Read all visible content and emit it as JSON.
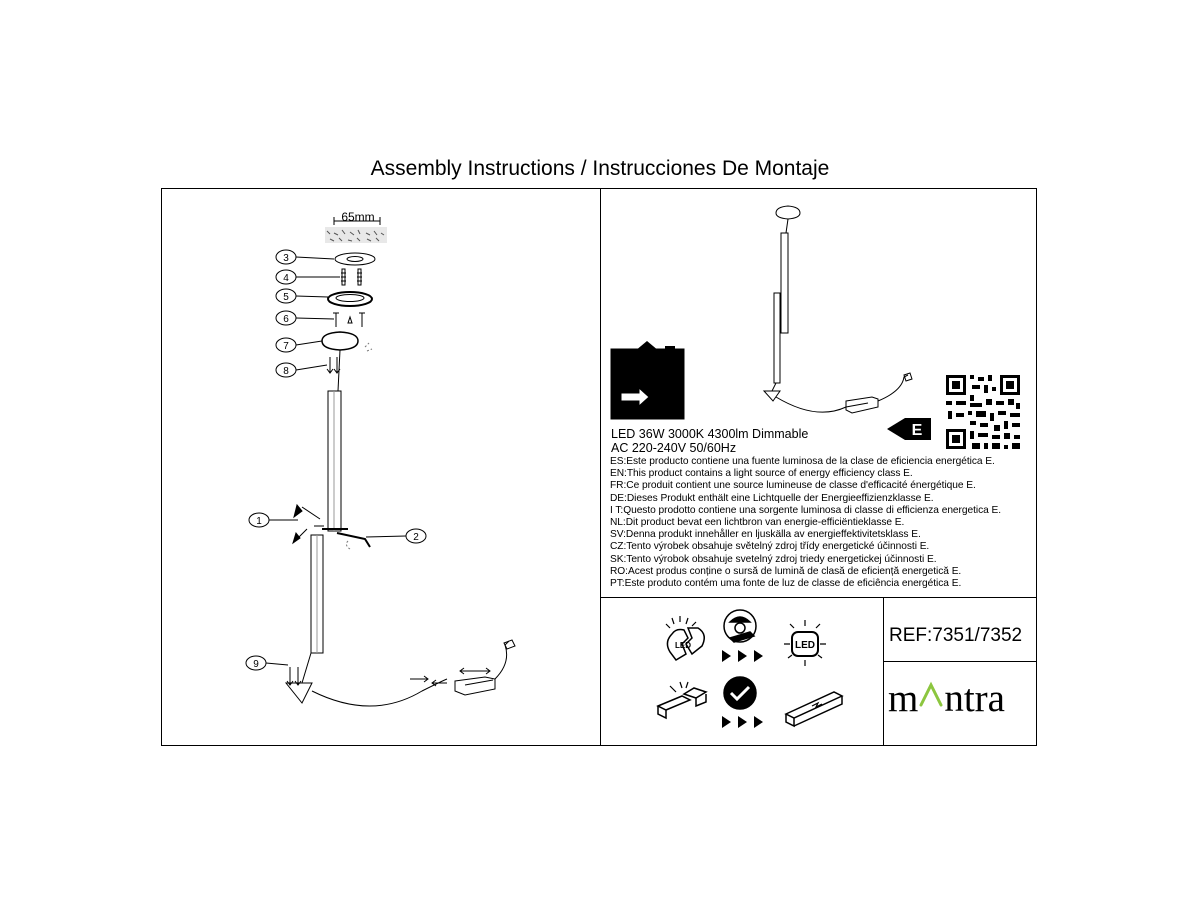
{
  "title": "Assembly Instructions / Instrucciones De Montaje",
  "diagram": {
    "dimension": "65mm",
    "callouts": [
      "1",
      "2",
      "3",
      "4",
      "5",
      "6",
      "7",
      "8",
      "9"
    ]
  },
  "product": {
    "spec_line1": "LED 36W  3000K 4300lm   Dimmable",
    "spec_line2": "AC 220-240V  50/60Hz",
    "energy_class": "E"
  },
  "energy_statements": [
    "ES:Este producto contiene una fuente luminosa de la clase de eficiencia energética E.",
    "EN:This product contains a light source of energy efficiency class E.",
    "FR:Ce produit contient une source lumineuse de classe d'efficacité énergétique E.",
    "DE:Dieses Produkt enthält eine Lichtquelle der Energieeffizienzklasse E.",
    "I T:Questo prodotto contiene una sorgente luminosa di classe di efficienza energetica E.",
    "NL:Dit product bevat een lichtbron van energie-efficiëntieklasse E.",
    "SV:Denna produkt innehåller en ljuskälla av energieffektivitetsklass E.",
    "CZ:Tento výrobek obsahuje světelný zdroj třídy energetické účinnosti E.",
    "SK:Tento výrobok obsahuje svetelný zdroj triedy energetickej účinnosti E.",
    "RO:Acest produs conține o sursă de lumină de clasă de eficiență energetică E.",
    "PT:Este produto contém uma fonte de luz de classe de eficiência energética E."
  ],
  "icons": {
    "led_label": "LED",
    "driver_label": "LED"
  },
  "ref": "REF:7351/7352",
  "brand": {
    "left": "m",
    "right": "ntra",
    "accent_color": "#8cc63f"
  }
}
